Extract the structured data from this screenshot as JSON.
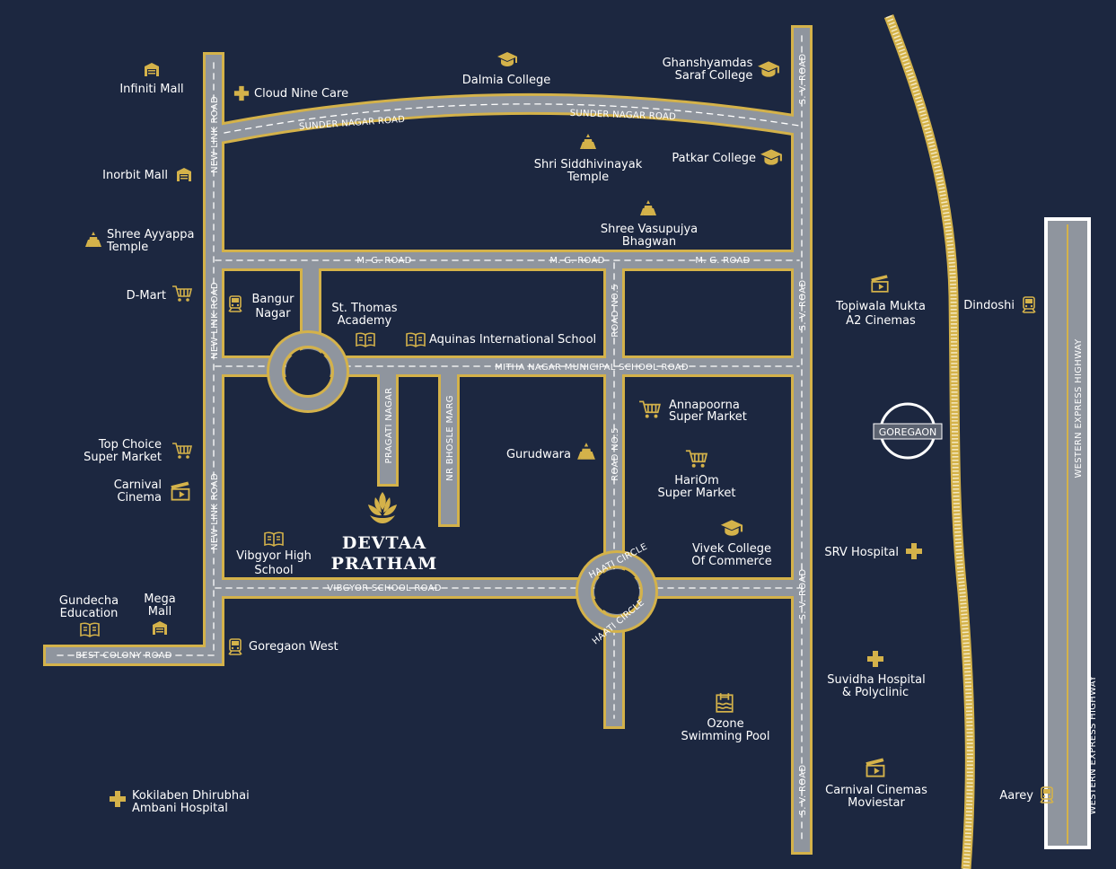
{
  "project": {
    "line1": "DEVTAA",
    "line2": "PRATHAM"
  },
  "colors": {
    "background": "#1c2740",
    "road": "#8f959e",
    "road_edge": "#d4b24a",
    "icon": "#d4b24a",
    "text": "#ffffff"
  },
  "roads": {
    "sunder_nagar_1": "SUNDER NAGAR ROAD",
    "sunder_nagar_2": "SUNDER NAGAR ROAD",
    "new_link_1": "NEW LINK ROAD",
    "new_link_2": "NEW LINK ROAD",
    "new_link_3": "NEW LINK ROAD",
    "mg_1": "M. G. ROAD",
    "mg_2": "M. G. ROAD",
    "mg_3": "M. G. ROAD",
    "sv_1": "S. V. ROAD",
    "sv_2": "S. V. ROAD",
    "sv_3": "S. V. ROAD",
    "sv_4": "S. V. ROAD",
    "mitha_nagar": "MITHA NAGAR MUNICIPAL SCHOOL ROAD",
    "road_no5_1": "ROAD NO.5",
    "road_no5_2": "ROAD NO.5",
    "pragati_nagar": "PRAGATI NAGAR",
    "nr_bhosle": "NR BHOSLE MARG",
    "vibgyor_school": "VIBGYOR SCHOOL ROAD",
    "best_colony": "BEST COLONY ROAD",
    "haati_circle_1": "HAATI CIRCLE",
    "haati_circle_2": "HAATI CIRCLE",
    "western_express_1": "WESTERN EXPRESS HIGHWAY",
    "western_express_2": "WESTERN EXPRESS HIGHWAY"
  },
  "stations": {
    "goregaon": "GOREGAON"
  },
  "places": {
    "infiniti_mall": "Infiniti Mall",
    "cloud_nine": "Cloud Nine Care",
    "dalmia_1": "Dalmia College",
    "ghanshyamdas_1": "Ghanshyamdas",
    "ghanshyamdas_2": "Saraf College",
    "inorbit": "Inorbit Mall",
    "siddhivinayak_1": "Shri Siddhivinayak",
    "siddhivinayak_2": "Temple",
    "patkar": "Patkar College",
    "ayyappa_1": "Shree Ayyappa",
    "ayyappa_2": "Temple",
    "vasupujya_1": "Shree Vasupujya",
    "vasupujya_2": "Bhagwan",
    "dmart": "D-Mart",
    "bangur_1": "Bangur",
    "bangur_2": "Nagar",
    "st_thomas_1": "St. Thomas",
    "st_thomas_2": "Academy",
    "aquinas": "Aquinas International School",
    "topiwala_1": "Topiwala Mukta",
    "topiwala_2": "A2 Cinemas",
    "dindoshi": "Dindoshi",
    "annapoorna_1": "Annapoorna",
    "annapoorna_2": "Super Market",
    "top_choice_1": "Top Choice",
    "top_choice_2": "Super Market",
    "gurudwara": "Gurudwara",
    "hariom_1": "HariOm",
    "hariom_2": "Super Market",
    "carnival_1": "Carnival",
    "carnival_2": "Cinema",
    "vivek_1": "Vivek College",
    "vivek_2": "Of Commerce",
    "vibgyor_1": "Vibgyor High",
    "vibgyor_2": "School",
    "srv": "SRV Hospital",
    "gundecha_1": "Gundecha",
    "gundecha_2": "Education",
    "mega_1": "Mega",
    "mega_2": "Mall",
    "goregaon_west": "Goregaon West",
    "suvidha_1": "Suvidha Hospital",
    "suvidha_2": "& Polyclinic",
    "ozone_1": "Ozone",
    "ozone_2": "Swimming Pool",
    "carnival_moviestar_1": "Carnival Cinemas",
    "carnival_moviestar_2": "Moviestar",
    "aarey": "Aarey",
    "kokilaben_1": "Kokilaben Dhirubhai",
    "kokilaben_2": "Ambani Hospital"
  }
}
